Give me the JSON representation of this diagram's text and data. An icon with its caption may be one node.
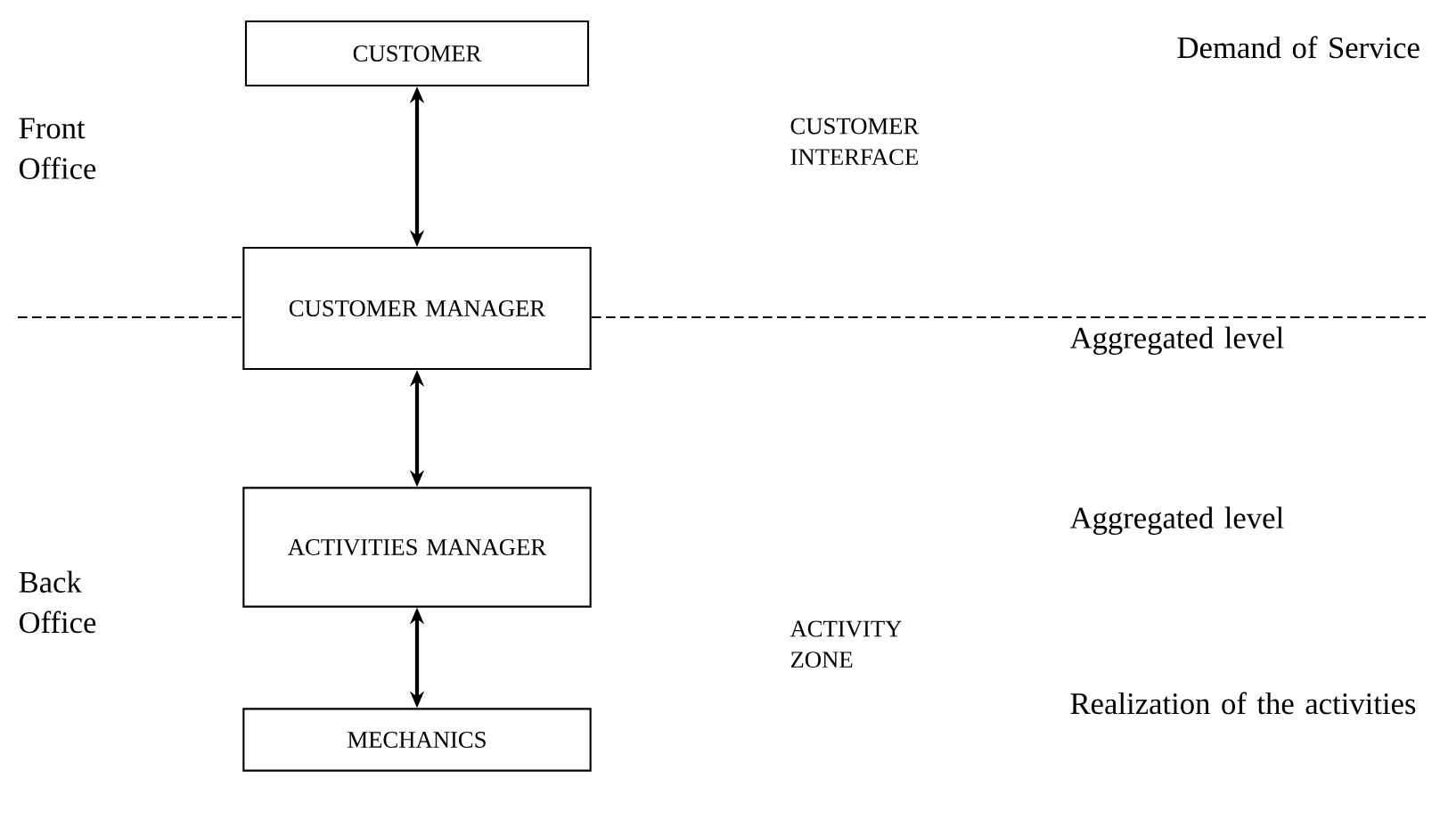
{
  "diagram": {
    "nodes": [
      {
        "text": [
          "CUSTOMER"
        ]
      },
      {
        "text": [
          "CUSTOMER MANAGER"
        ]
      },
      {
        "text": [
          "ACTIVITIES MANAGER"
        ]
      },
      {
        "text": [
          "MECHANICS"
        ]
      }
    ],
    "edges": [
      {
        "from": 0,
        "to": 1,
        "arrow": "both"
      },
      {
        "from": 1,
        "to": 2,
        "arrow": "both"
      },
      {
        "from": 2,
        "to": 3,
        "arrow": "both"
      }
    ],
    "labels": [
      "Front Office",
      "CUSTOMER INTERFACE",
      "Demand of Service",
      "Aggregated level",
      "Aggregated level",
      "Back Office",
      "ACTIVITY ZONE",
      "Realization of the activities"
    ]
  }
}
